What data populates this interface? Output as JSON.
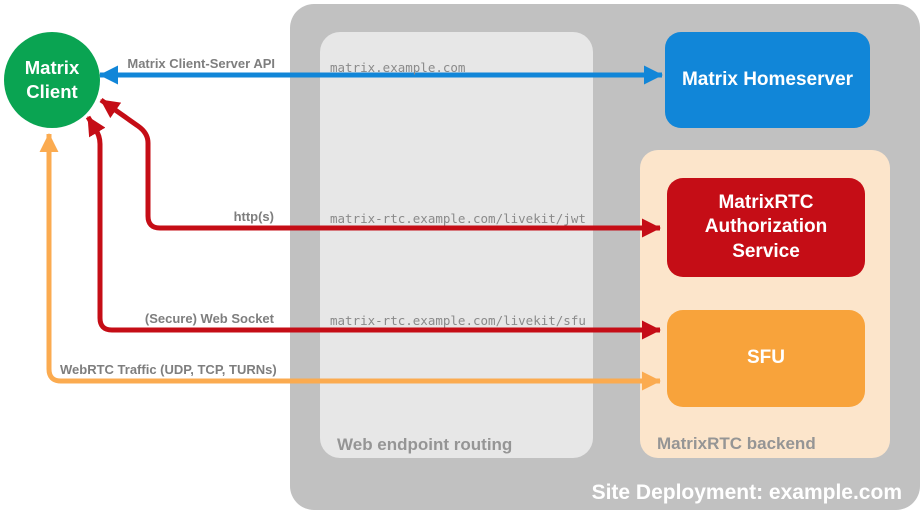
{
  "client": {
    "line1": "Matrix",
    "line2": "Client"
  },
  "homeserver": {
    "label": "Matrix Homeserver"
  },
  "routing": {
    "label": "Web endpoint routing"
  },
  "backend": {
    "label": "MatrixRTC backend",
    "auth_label": "MatrixRTC Authorization Service",
    "sfu_label": "SFU"
  },
  "deployment": {
    "label": "Site Deployment: example.com"
  },
  "connections": [
    {
      "name": "matrix-client-server-api",
      "label": "Matrix Client-Server API",
      "endpoint": "matrix.example.com",
      "color": "#1186d8"
    },
    {
      "name": "https-to-auth",
      "label": "http(s)",
      "endpoint": "matrix-rtc.example.com/livekit/jwt",
      "color": "#c50d16"
    },
    {
      "name": "websocket-to-sfu",
      "label": "(Secure) Web Socket",
      "endpoint": "matrix-rtc.example.com/livekit/sfu",
      "color": "#c50d16"
    },
    {
      "name": "webrtc-traffic",
      "label": "WebRTC Traffic (UDP, TCP, TURNs)",
      "endpoint": "",
      "color": "#fbab50"
    }
  ],
  "colors": {
    "client_green": "#0aa452",
    "homeserver_blue": "#1186d8",
    "auth_red": "#c50d16",
    "sfu_orange": "#f8a33b",
    "arrow_orange": "#fbab50",
    "arrow_red": "#c50d16",
    "arrow_blue": "#1186d8",
    "backend_peach": "#fce5cb",
    "outer_gray": "#c1c1c1",
    "inner_gray": "#e7e7e7"
  }
}
